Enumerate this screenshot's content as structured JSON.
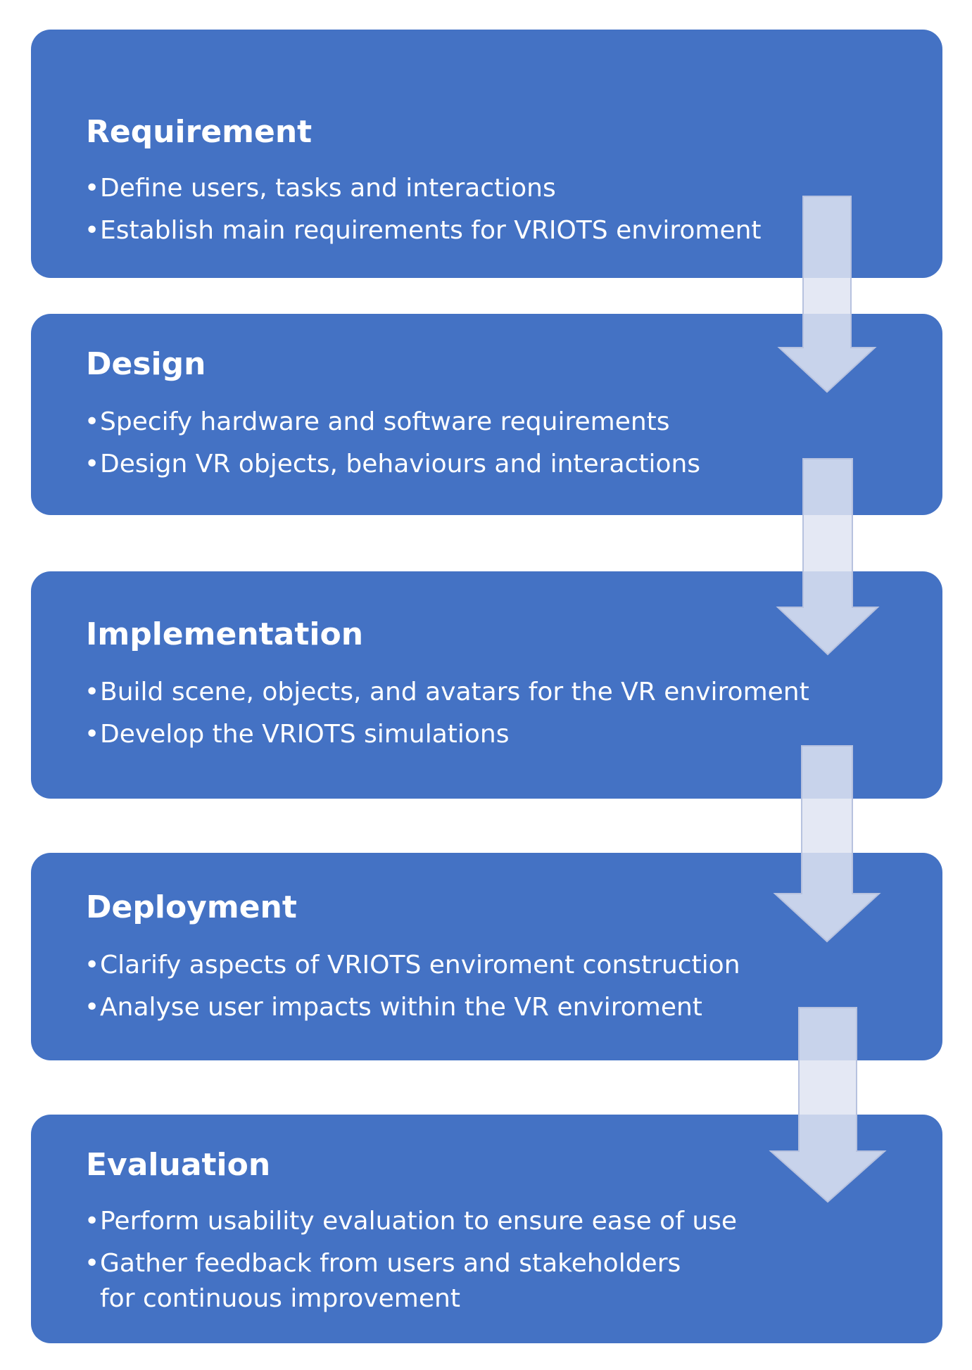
{
  "colors": {
    "box_fill": "#4472c4",
    "box_text": "#ffffff",
    "arrow_fill": "#c9d1e8",
    "background": "#ffffff"
  },
  "bullet_symbol": "•",
  "stages": [
    {
      "title": "Requirement",
      "items": [
        "Define users, tasks and interactions",
        "Establish main requirements for VRIOTS enviroment"
      ]
    },
    {
      "title": "Design",
      "items": [
        "Specify hardware and software requirements",
        "Design VR objects, behaviours and interactions"
      ]
    },
    {
      "title": "Implementation",
      "items": [
        "Build scene, objects, and avatars for the VR enviroment",
        "Develop the VRIOTS simulations"
      ]
    },
    {
      "title": "Deployment",
      "items": [
        "Clarify aspects of VRIOTS enviroment construction",
        "Analyse user impacts within the VR enviroment"
      ]
    },
    {
      "title": "Evaluation",
      "items": [
        "Perform usability evaluation to ensure ease of use",
        "Gather feedback from users and stakeholders for continuous improvement"
      ]
    }
  ]
}
